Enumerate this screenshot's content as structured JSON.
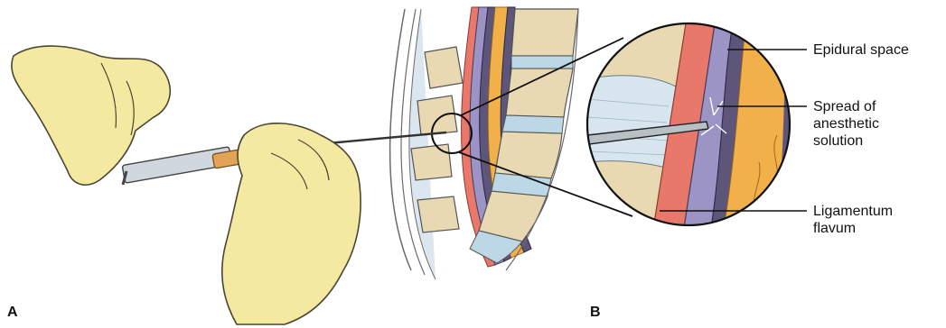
{
  "labels": {
    "epidural": "Epidural space",
    "spread": "Spread of\nanesthetic\nsolution",
    "ligament": "Ligamentum\nflavum"
  },
  "panels": {
    "a": "A",
    "b": "B"
  },
  "colors": {
    "glove": "#f3e9a0",
    "glove_outline": "#4a4632",
    "bone": "#e9d9b3",
    "disc": "#bcd7e6",
    "ligamentum_flavum": "#e8786a",
    "dura": "#5e557a",
    "epidural_space": "#9c94c4",
    "cord": "#f2b04a",
    "syringe_tip": "#e3a354"
  }
}
